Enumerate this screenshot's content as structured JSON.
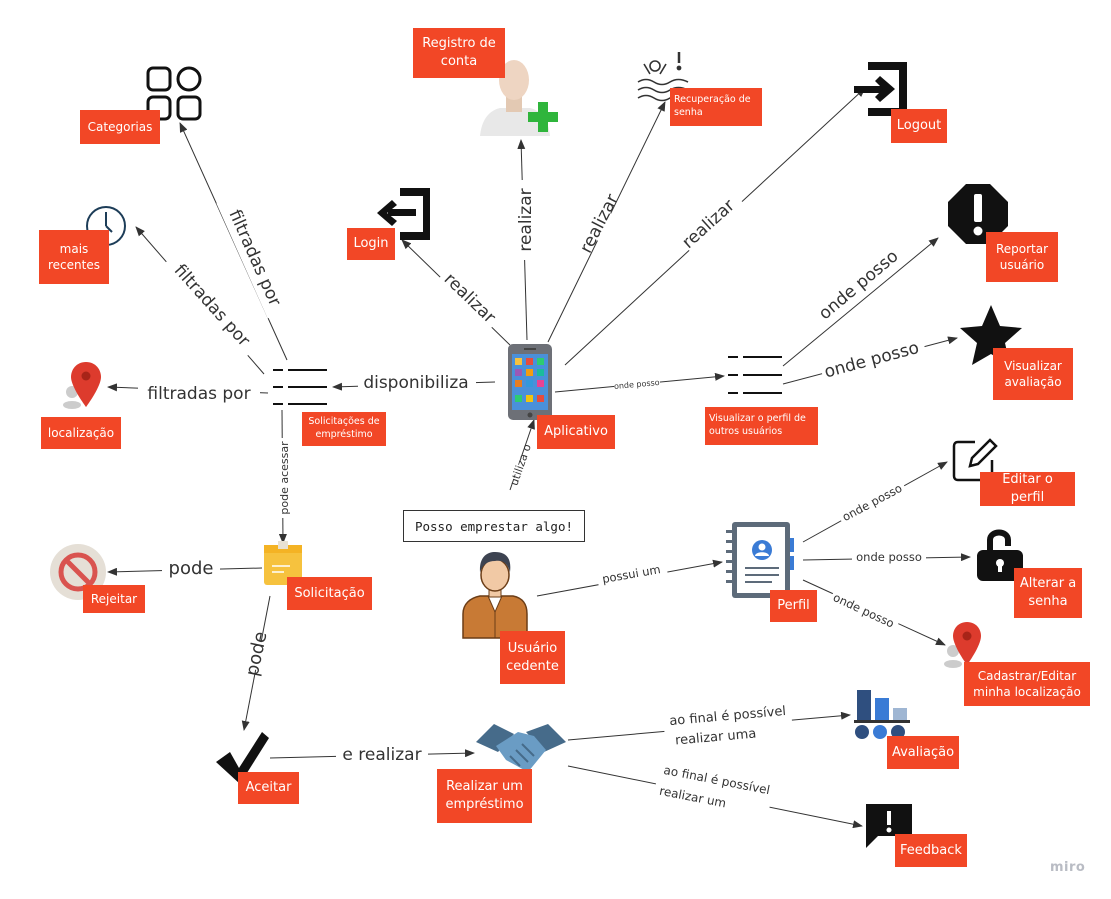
{
  "nodes": {
    "registro_conta": "Registro de conta",
    "recuperacao_senha": "Recuperação de senha",
    "logout": "Logout",
    "categorias": "Categorias",
    "login": "Login",
    "mais_recentes": "mais recentes",
    "reportar_usuario": "Reportar usuário",
    "visualizar_avaliacao": "Visualizar avaliação",
    "localizacao": "localização",
    "solicitacoes": "Solicitações de empréstimo",
    "aplicativo": "Aplicativo",
    "visualizar_perfil": "Visualizar o perfil de outros usuários",
    "editar_perfil": "Editar o perfil",
    "alterar_senha": "Alterar a senha",
    "rejeitar": "Rejeitar",
    "solicitacao": "Solicitação",
    "perfil": "Perfil",
    "usuario_cedente": "Usuário cedente",
    "cadastrar_localizacao": "Cadastrar/Editar minha localização",
    "aceitar": "Aceitar",
    "realizar_emprestimo": "Realizar um empréstimo",
    "avaliacao": "Avaliação",
    "feedback": "Feedback"
  },
  "note": "Posso emprestar algo!",
  "edges": {
    "realizar": "realizar",
    "filtradas_por": "filtradas por",
    "disponibiliza": "disponibiliza",
    "onde_posso": "onde posso",
    "pode_acessar": "pode acessar",
    "utiliza_o": "utiliza o",
    "possui_um": "possui um",
    "pode": "pode",
    "e_realizar": "e realizar",
    "ao_final_1a": "ao final é possível",
    "ao_final_1b": "realizar uma",
    "ao_final_2a": "ao final é possível",
    "ao_final_2b": "realizar um"
  },
  "brand": "miro",
  "colors": {
    "label_bg": "#f24726",
    "label_text": "#ffffff",
    "edge": "#333333"
  }
}
